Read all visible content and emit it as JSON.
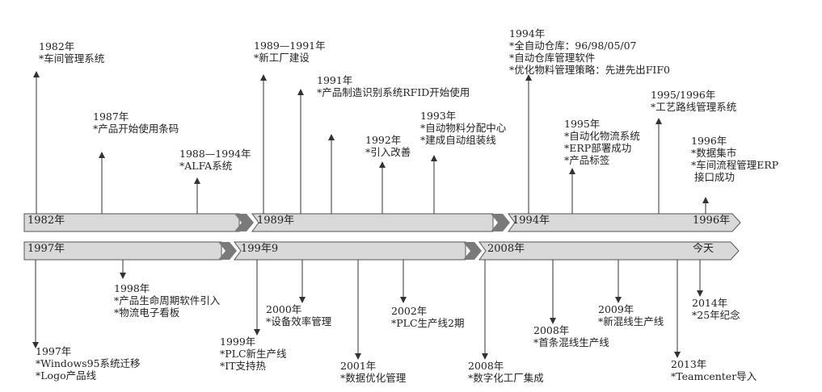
{
  "band1": {
    "labels": [
      "1982年",
      "1989年",
      "1994年",
      "1996年"
    ]
  },
  "band2": {
    "labels": [
      "1997年",
      "199年9",
      "2008年",
      "今天"
    ]
  },
  "events_top": [
    {
      "year": "1982年",
      "lines": [
        "*车间管理系统"
      ]
    },
    {
      "year": "1987年",
      "lines": [
        "*产品开始使用条码"
      ]
    },
    {
      "year": "1988—1994年",
      "lines": [
        "*ALFA系统"
      ]
    },
    {
      "year": "1989—1991年",
      "lines": [
        "*新工厂建设"
      ]
    },
    {
      "year": "1991年",
      "lines": [
        "*产品制造识别系统RFID开始使用"
      ]
    },
    {
      "year": "1992年",
      "lines": [
        "*引入改善"
      ]
    },
    {
      "year": "1993年",
      "lines": [
        "*自动物料分配中心",
        "*建成自动组装线"
      ]
    },
    {
      "year": "1994年",
      "lines": [
        "*全自动仓库：96/98/05/07",
        "*自动仓库管理软件",
        "*优化物料管理策略：先进先出FIF0"
      ]
    },
    {
      "year": "1995年",
      "lines": [
        "*自动化物流系统",
        "*ERP部署成功",
        "*产品标签"
      ]
    },
    {
      "year": "1995/1996年",
      "lines": [
        "*工艺路线管理系统"
      ]
    },
    {
      "year": "1996年",
      "lines": [
        "*数据集市",
        "*车间流程管理ERP",
        " 接口成功"
      ]
    }
  ],
  "events_bottom": [
    {
      "year": "1997年",
      "lines": [
        "*Windows95系统迁移",
        "*Logo产品线"
      ]
    },
    {
      "year": "1998年",
      "lines": [
        "*产品生命周期软件引入",
        "*物流电子看板"
      ]
    },
    {
      "year": "1999年",
      "lines": [
        "*PLC新生产线",
        "*IT支持热"
      ]
    },
    {
      "year": "2000年",
      "lines": [
        "*设备效率管理"
      ]
    },
    {
      "year": "2001年",
      "lines": [
        "*数据优化管理"
      ]
    },
    {
      "year": "2002年",
      "lines": [
        "*PLC生产线2期"
      ]
    },
    {
      "year": "2008年",
      "lines": [
        "*数字化工厂集成"
      ]
    },
    {
      "year": "2008年",
      "lines": [
        "*首条混线生产线"
      ]
    },
    {
      "year": "2009年",
      "lines": [
        "*新混线生产线"
      ]
    },
    {
      "year": "2013年",
      "lines": [
        "*Teamcenter导入"
      ]
    },
    {
      "year": "2014年",
      "lines": [
        "*25年纪念"
      ]
    }
  ],
  "colors": {
    "band_fill": "#d9d9d9",
    "band_stroke": "#555555",
    "chevron_fill": "#7a7a7a",
    "arrow": "#333333"
  }
}
